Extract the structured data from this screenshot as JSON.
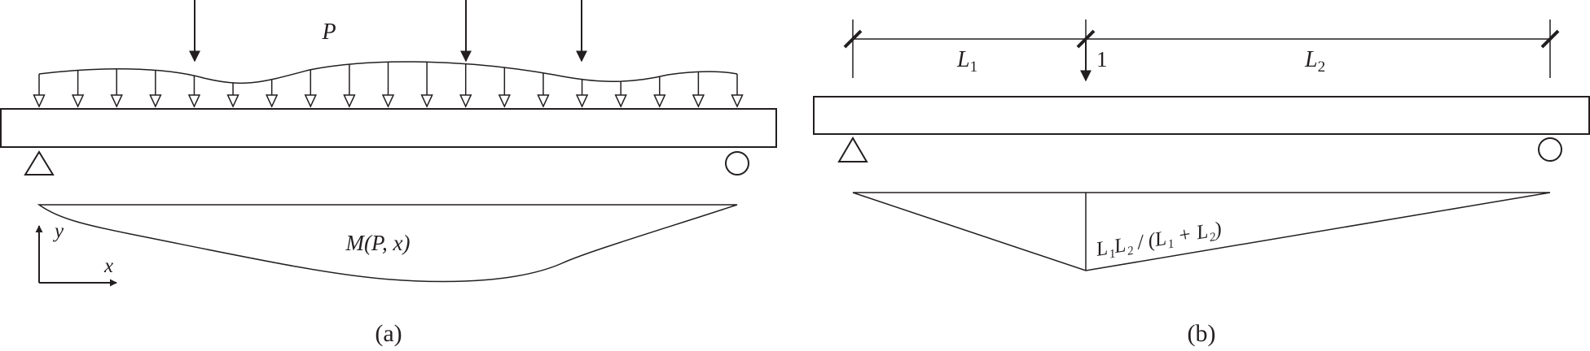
{
  "panel_a": {
    "caption": "(a)",
    "load_label": "P",
    "moment_label": "M(P, x)",
    "axis_x_label": "x",
    "axis_y_label": "y"
  },
  "panel_b": {
    "caption": "(b)",
    "span_left_label": "L",
    "span_left_sub": "1",
    "span_right_label": "L",
    "span_right_sub": "2",
    "unit_load_label": "1",
    "ordinate_label": "L₁L₂ / (L₁ + L₂)"
  }
}
